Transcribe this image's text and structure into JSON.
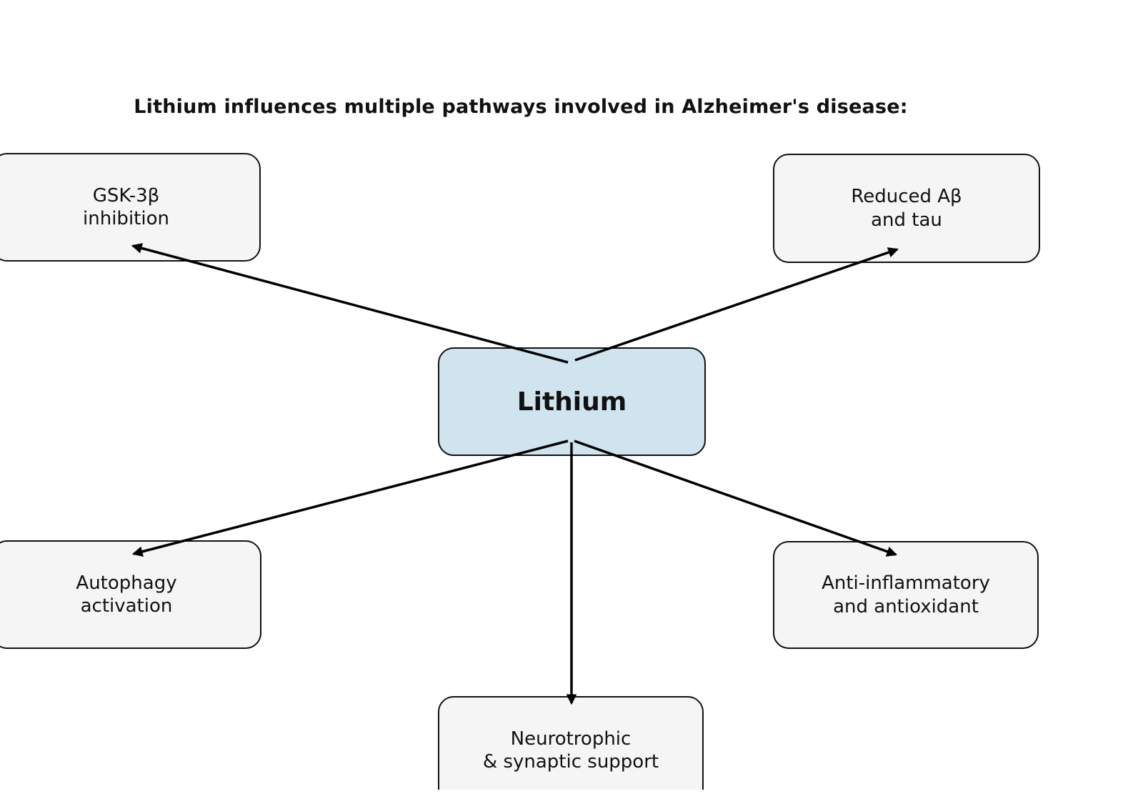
{
  "title": "Lithium influences multiple pathways involved in Alzheimer's disease:",
  "center_node": {
    "label": "Lithium"
  },
  "nodes": [
    {
      "id": "gsk3b-inhibition",
      "position": "top-left",
      "label": "GSK-3β\ninhibition"
    },
    {
      "id": "reduced-abeta-tau",
      "position": "top-right",
      "label": "Reduced Aβ\nand tau"
    },
    {
      "id": "autophagy-activation",
      "position": "bottom-left",
      "label": "Autophagy\nactivation"
    },
    {
      "id": "anti-inflammatory",
      "position": "bottom-right",
      "label": "Anti-inflammatory\nand antioxidant"
    },
    {
      "id": "neurotrophic-support",
      "position": "bottom-center",
      "label": "Neurotrophic\n& synaptic support"
    }
  ],
  "edges": [
    {
      "from": "Lithium",
      "to": "GSK-3β inhibition"
    },
    {
      "from": "Lithium",
      "to": "Reduced Aβ and tau"
    },
    {
      "from": "Lithium",
      "to": "Autophagy activation"
    },
    {
      "from": "Lithium",
      "to": "Anti-inflammatory and antioxidant"
    },
    {
      "from": "Lithium",
      "to": "Neurotrophic & synaptic support"
    }
  ],
  "colors": {
    "page_bg": "#ffffff",
    "node_fill": "#f5f5f5",
    "center_fill": "#d0e4f0",
    "border_color": "#111111",
    "arrow_color": "#000000",
    "text_color": "#111111"
  }
}
